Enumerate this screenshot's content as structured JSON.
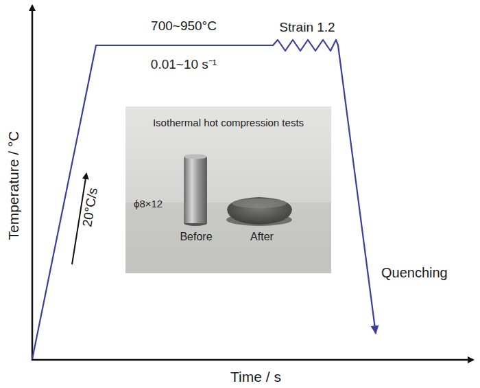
{
  "diagram": {
    "nodes": [
      {
        "text": [
          "Isothermal hot compression tests",
          "ϕ8×12",
          "Before",
          "After"
        ]
      }
    ],
    "labels": [
      "700~950°C",
      "0.01~10 s⁻¹",
      "Strain 1.2",
      "Temperature / °C",
      "20°C/s",
      "Quenching",
      "Time / s"
    ]
  }
}
